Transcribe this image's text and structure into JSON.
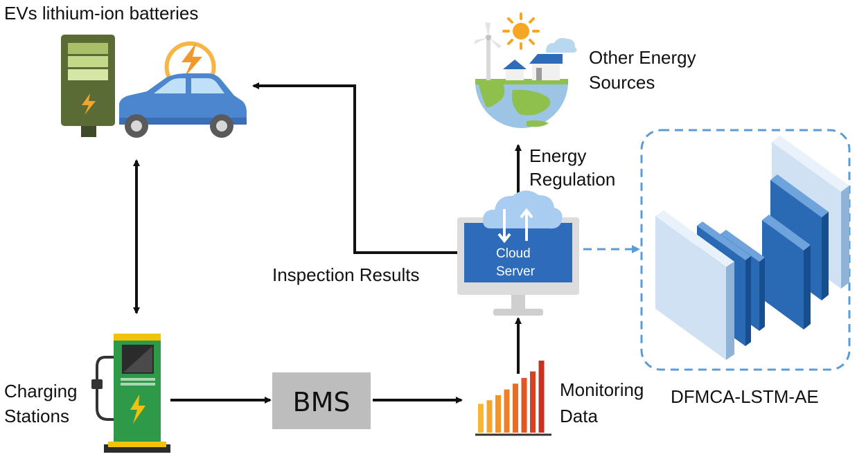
{
  "labels": {
    "ev_batteries": "EVs lithium-ion batteries",
    "other_energy_line1": "Other Energy",
    "other_energy_line2": "Sources",
    "energy_reg_line1": "Energy",
    "energy_reg_line2": "Regulation",
    "inspection_results": "Inspection Results",
    "cloud_line1": "Cloud",
    "cloud_line2": "Server",
    "charging_line1": "Charging",
    "charging_line2": "Stations",
    "bms": "BMS",
    "monitoring_line1": "Monitoring",
    "monitoring_line2": "Data",
    "model_name": "DFMCA-LSTM-AE"
  },
  "monitoring_bars": [
    {
      "level": 0.4,
      "color": "#f7b733"
    },
    {
      "level": 0.45,
      "color": "#f5a52e"
    },
    {
      "level": 0.52,
      "color": "#f39429"
    },
    {
      "level": 0.6,
      "color": "#ef7f26"
    },
    {
      "level": 0.68,
      "color": "#ea6b24"
    },
    {
      "level": 0.76,
      "color": "#e35622"
    },
    {
      "level": 0.85,
      "color": "#d84121"
    },
    {
      "level": 1.0,
      "color": "#c9301f"
    }
  ],
  "colors": {
    "arrow": "#111111",
    "dashed_link": "#5b9bd5",
    "bms_box": "#bdbdbd",
    "cloud_screen": "#2e6bb8",
    "charger_green": "#2e9a48",
    "car_blue": "#4c86cf"
  },
  "icons": {
    "battery": "battery-icon",
    "car": "car-icon",
    "lightning": "lightning-icon",
    "earth": "earth-energy-icon",
    "monitor": "monitor-icon",
    "cloud": "cloud-icon",
    "charger": "charging-station-icon",
    "bar_chart": "bar-chart-icon",
    "network": "neural-network-icon"
  }
}
